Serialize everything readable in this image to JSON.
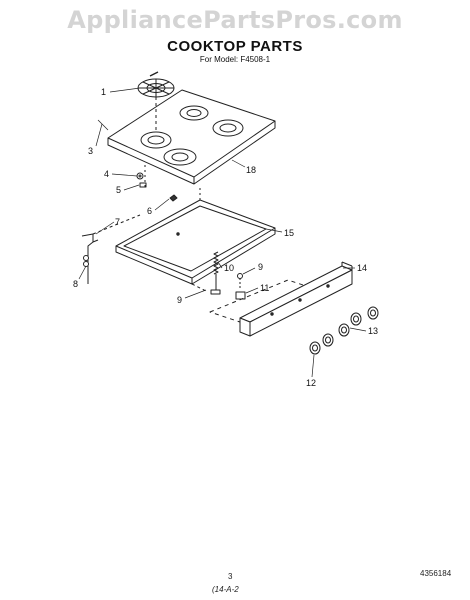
{
  "watermark": "AppliancePartsPros.com",
  "title": "COOKTOP PARTS",
  "subtitle": "For Model: F4508-1",
  "callouts": [
    "1",
    "3",
    "4",
    "5",
    "6",
    "7",
    "8",
    "18",
    "15",
    "10",
    "9",
    "11",
    "9",
    "14",
    "13",
    "12"
  ],
  "footer": {
    "page_number": "3",
    "doc_number": "4356184",
    "revision": "(14-A-2"
  }
}
